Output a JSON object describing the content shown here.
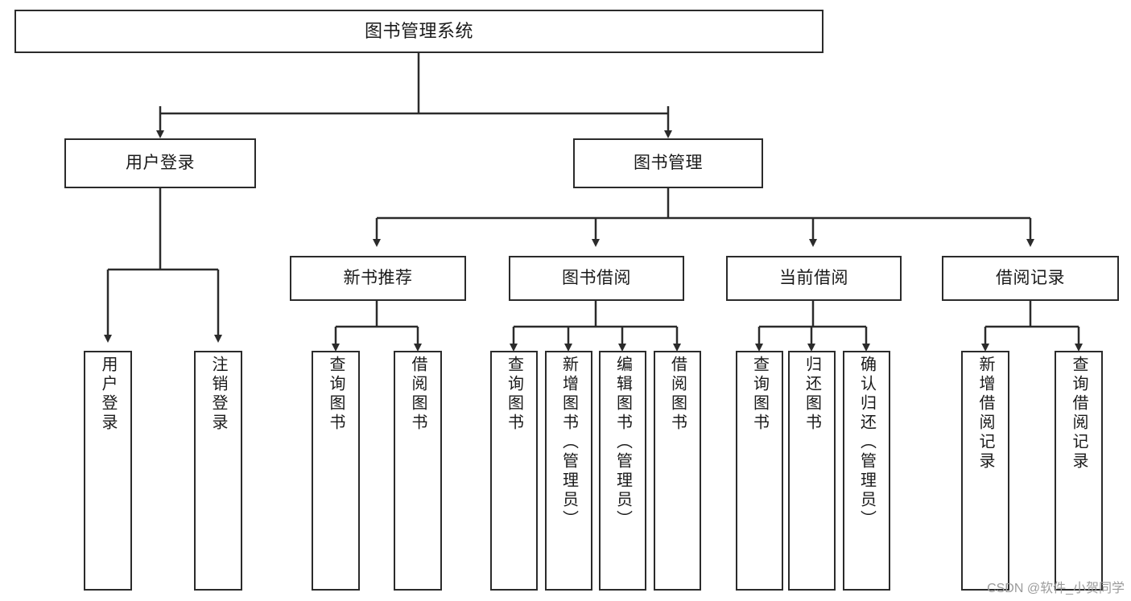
{
  "diagram": {
    "title_node": {
      "label": "图书管理系统"
    },
    "level2": [
      {
        "id": "user-login",
        "label": "用户登录"
      },
      {
        "id": "book-management",
        "label": "图书管理"
      }
    ],
    "level3": [
      {
        "id": "new-book-recommend",
        "label": "新书推荐"
      },
      {
        "id": "book-borrow",
        "label": "图书借阅"
      },
      {
        "id": "current-borrow",
        "label": "当前借阅"
      },
      {
        "id": "borrow-record",
        "label": "借阅记录"
      }
    ],
    "leaves": {
      "user_login": [
        {
          "id": "leaf-user-login",
          "label": "用户登录"
        },
        {
          "id": "leaf-logout-login",
          "label": "注销登录"
        }
      ],
      "new_book_recommend": [
        {
          "id": "leaf-query-book-1",
          "label": "查询图书"
        },
        {
          "id": "leaf-borrow-book-1",
          "label": "借阅图书"
        }
      ],
      "book_borrow": [
        {
          "id": "leaf-query-book-2",
          "label": "查询图书"
        },
        {
          "id": "leaf-add-book",
          "label": "新增图书（管理员）"
        },
        {
          "id": "leaf-edit-book",
          "label": "编辑图书（管理员）"
        },
        {
          "id": "leaf-borrow-book-2",
          "label": "借阅图书"
        }
      ],
      "current_borrow": [
        {
          "id": "leaf-query-book-3",
          "label": "查询图书"
        },
        {
          "id": "leaf-return-book",
          "label": "归还图书"
        },
        {
          "id": "leaf-confirm-return",
          "label": "确认归还（管理员）"
        }
      ],
      "borrow_record": [
        {
          "id": "leaf-add-record",
          "label": "新增借阅记录"
        },
        {
          "id": "leaf-query-record",
          "label": "查询借阅记录"
        }
      ]
    },
    "watermark": "CSDN @软件_小贺同学",
    "colors": {
      "stroke": "#2b2b2b",
      "fill": "#ffffff",
      "text": "#1a1a1a",
      "watermark": "#9b9b9b"
    }
  }
}
